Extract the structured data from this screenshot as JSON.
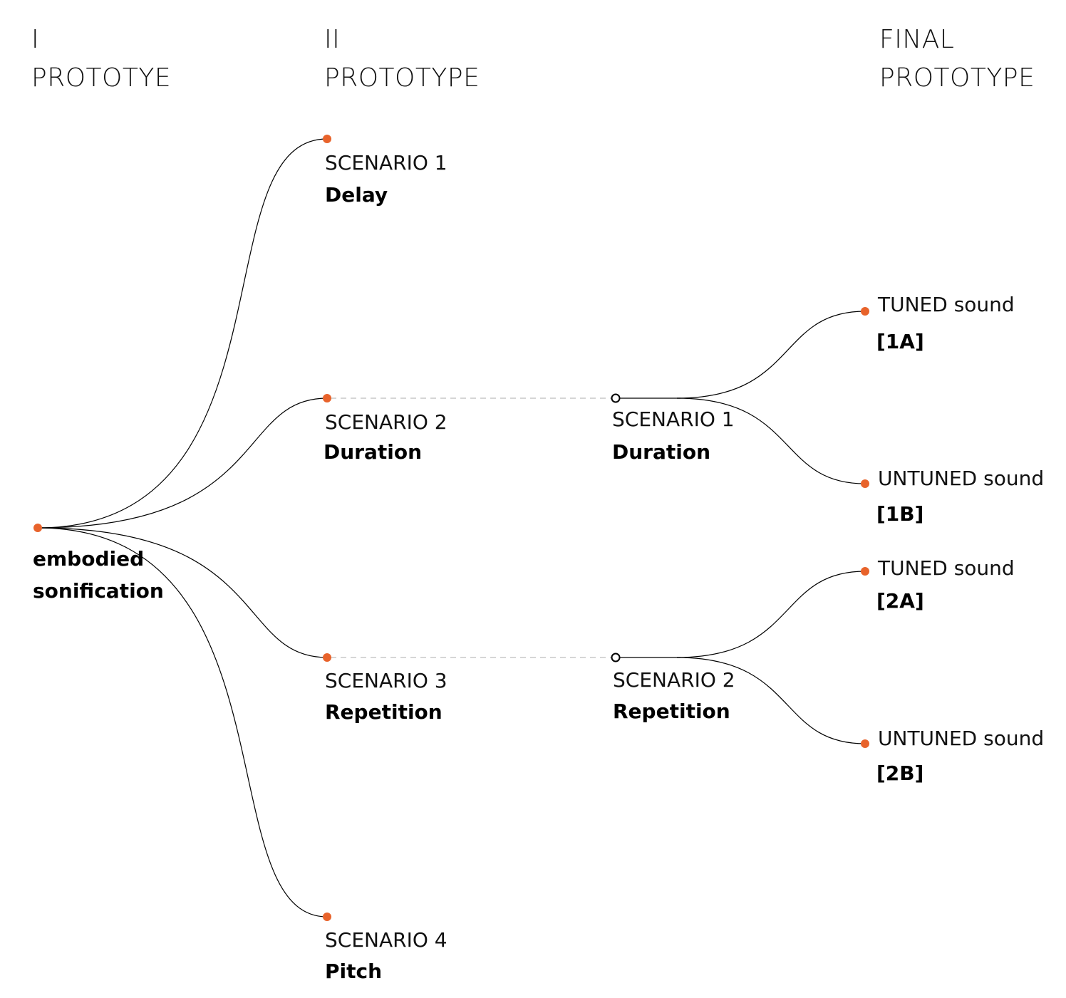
{
  "colors": {
    "accent": "#e8632b",
    "line": "#000000",
    "dash": "#bbbbbb"
  },
  "headers": {
    "first": {
      "roman": "I",
      "label": "PROTOTYE"
    },
    "second": {
      "roman": "II",
      "label": "PROTOTYPE"
    },
    "final": {
      "roman": "FINAL",
      "label": "PROTOTYPE"
    }
  },
  "root": {
    "line1": "embodied",
    "line2": "sonification"
  },
  "scenarios": [
    {
      "label": "SCENARIO 1",
      "name": "Delay"
    },
    {
      "label": "SCENARIO 2",
      "name": "Duration"
    },
    {
      "label": "SCENARIO 3",
      "name": "Repetition"
    },
    {
      "label": "SCENARIO 4",
      "name": "Pitch"
    }
  ],
  "final_scenarios": [
    {
      "label": "SCENARIO 1",
      "name": "Duration"
    },
    {
      "label": "SCENARIO 2",
      "name": "Repetition"
    }
  ],
  "variants": [
    {
      "label": "TUNED sound",
      "code": "[1A]"
    },
    {
      "label": "UNTUNED sound",
      "code": "[1B]"
    },
    {
      "label": "TUNED sound",
      "code": "[2A]"
    },
    {
      "label": "UNTUNED sound",
      "code": "[2B]"
    }
  ]
}
